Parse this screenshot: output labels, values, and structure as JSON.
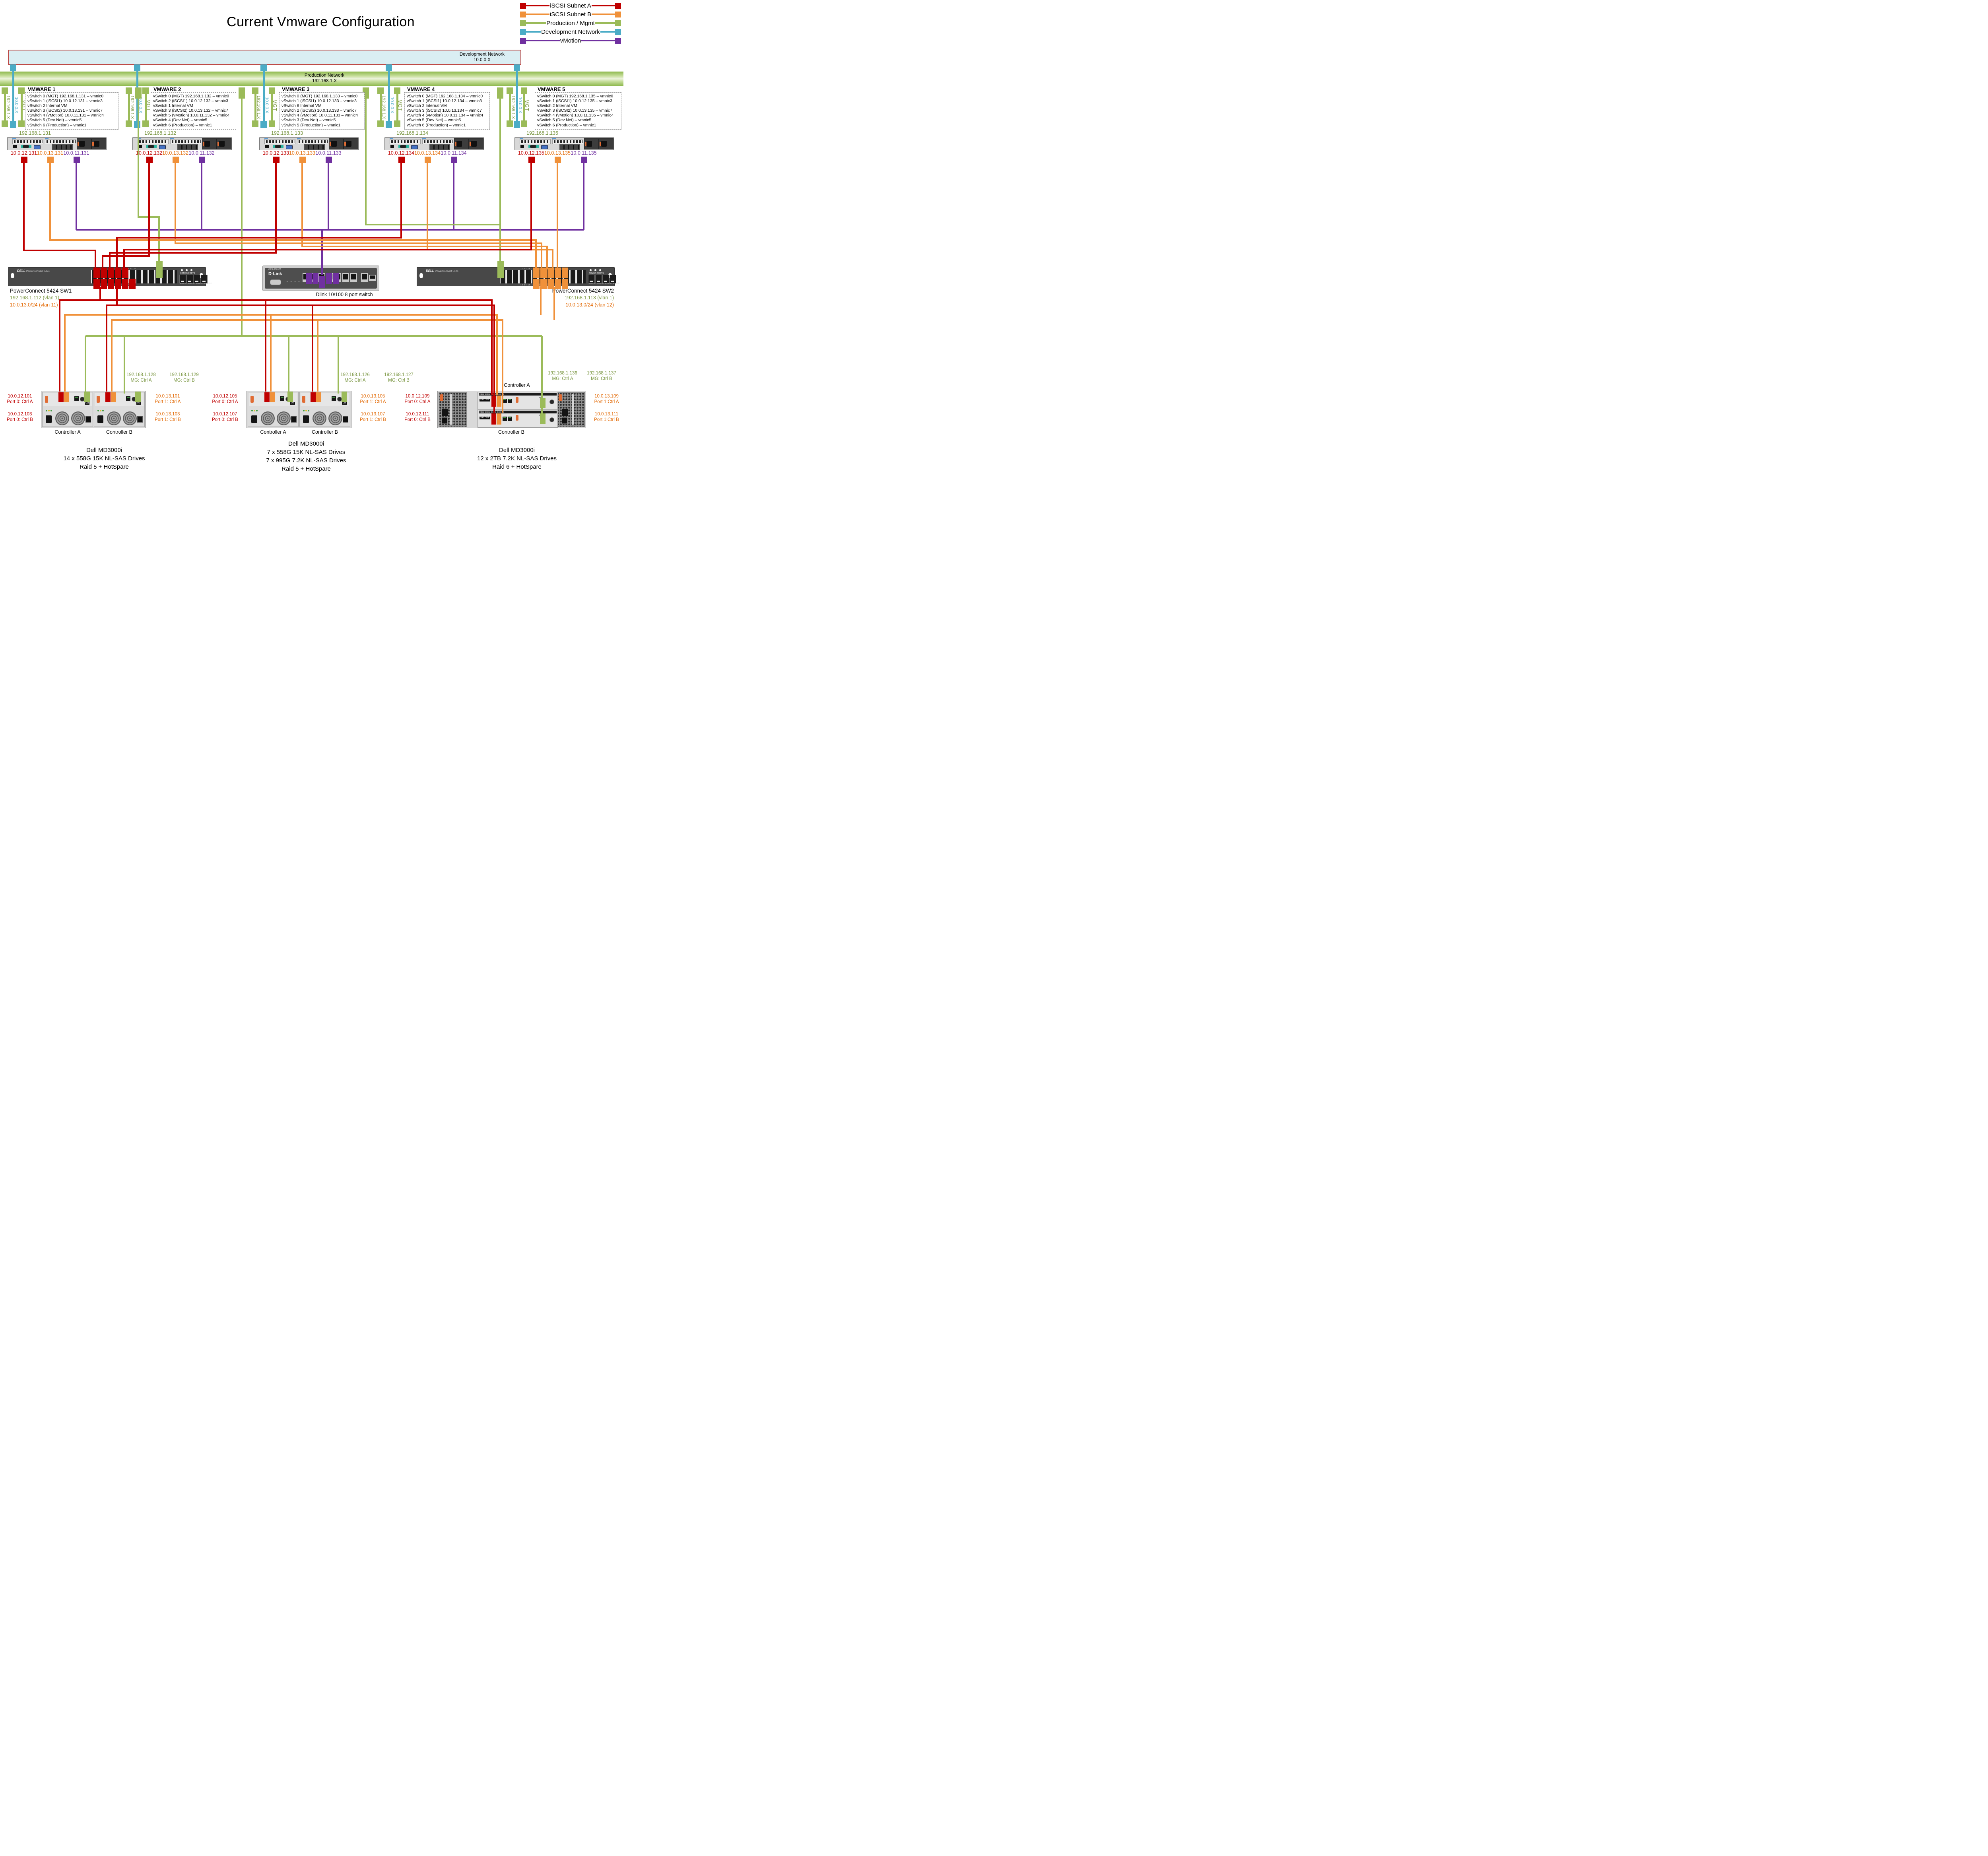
{
  "colors": {
    "red": "#C00000",
    "orange": "#F0913A",
    "green": "#9BBB59",
    "blue": "#4BACC6",
    "purple": "#7030A0",
    "olive": "#76933C",
    "orange_text": "#E36C09",
    "dev_fill": "#DAEEF3",
    "dev_border": "#BE4B48"
  },
  "title": "Current Vmware Configuration",
  "legend": [
    {
      "label": "iSCSI Subnet A"
    },
    {
      "label": "iSCSI Subnet B"
    },
    {
      "label": "Production / Mgmt"
    },
    {
      "label": "Development Network"
    },
    {
      "label": "vMotion"
    }
  ],
  "networks": {
    "development": {
      "name": "Development Network",
      "subnet": "10.0.0.X"
    },
    "production": {
      "name": "Production Network",
      "subnet": "192.168.1.X"
    }
  },
  "trunk_labels": {
    "mgmt_net": "192.168.1.X",
    "dev_net": "10.0.0.X",
    "mgt": "MGT"
  },
  "hosts": [
    {
      "name": "VMWARE 1",
      "mgmt_ip": "192.168.1.131",
      "iscsi_a_ip": "10.0.12.131",
      "iscsi_b_ip": "10.0.13.131",
      "vmotion_ip": "10.0.11.131",
      "vswitches": [
        "vSwitch 0 (MGT) 192.168.1.131 – vmnic0",
        "vSwitch 1 (iSCSI1) 10.0.12.131 – vmnic3",
        "vSwitch 2 Internal VM",
        "vSwitch 3 (iSCSI2) 10.0.13.131 – vmnic7",
        "vSwitch 4 (vMotion) 10.0.11.131 – vmnic4",
        "vSwitch 5 (Dev Net)  – vmnic5",
        "vSwitch 6 (Production)  – vmnic1"
      ]
    },
    {
      "name": "VMWARE 2",
      "mgmt_ip": "192.168.1.132",
      "iscsi_a_ip": "10.0.12.132",
      "iscsi_b_ip": "10.0.13.132",
      "vmotion_ip": "10.0.11.132",
      "vswitches": [
        "vSwitch 0 (MGT) 192.168.1.132 – vmnic0",
        "vSwitch 2 (iSCSI1) 10.0.12.132 – vmnic3",
        "vSwitch 1 Internal VM",
        "vSwitch 3 (iSCSI2) 10.0.13.132 – vmnic7",
        "vSwitch 5 (vMotion) 10.0.11.132 – vmnic4",
        "vSwitch 4 (Dev Net)  – vmnic5",
        "vSwitch 6 (Production)  – vmnic1"
      ]
    },
    {
      "name": "VMWARE 3",
      "mgmt_ip": "192.168.1.133",
      "iscsi_a_ip": "10.0.12.133",
      "iscsi_b_ip": "10.0.13.133",
      "vmotion_ip": "10.0.11.133",
      "vswitches": [
        "vSwitch 0 (MGT) 192.168.1.133 – vmnic0",
        "vSwitch 1 (iSCSI1) 10.0.12.133 – vmnic3",
        "vSwitch 6 Internal VM",
        "vSwitch 2 (iSCSI2) 10.0.13.133 – vmnic7",
        "vSwitch 4 (vMotion) 10.0.11.133 – vmnic4",
        "vSwitch 3 (Dev Net)  – vmnic5",
        "vSwitch 5 (Production)  – vmnic1"
      ]
    },
    {
      "name": "VMWARE 4",
      "mgmt_ip": "192.168.1.134",
      "iscsi_a_ip": "10.0.12.134",
      "iscsi_b_ip": "10.0.13.134",
      "vmotion_ip": "10.0.11.134",
      "vswitches": [
        "vSwitch 0 (MGT) 192.168.1.134 – vmnic0",
        "vSwitch 1 (iSCSI1) 10.0.12.134 – vmnic3",
        "vSwitch 2 Internal VM",
        "vSwitch 3 (iSCSI2) 10.0.13.134 – vmnic7",
        "vSwitch 4 (vMotion) 10.0.11.134 – vmnic4",
        "vSwitch 5 (Dev Net)  – vmnic5",
        "vSwitch 6 (Production)  – vmnic1"
      ]
    },
    {
      "name": "VMWARE 5",
      "mgmt_ip": "192.168.1.135",
      "iscsi_a_ip": "10.0.12.135",
      "iscsi_b_ip": "10.0.13.135",
      "vmotion_ip": "10.0.11.135",
      "vswitches": [
        "vSwitch 0 (MGT) 192.168.1.135 – vmnic0",
        "vSwitch 1 (iSCSI1) 10.0.12.135 – vmnic3",
        "vSwitch 2 Internal VM",
        "vSwitch 3 (iSCSI2) 10.0.13.135 – vmnic7",
        "vSwitch 4 (vMotion) 10.0.11.135 – vmnic4",
        "vSwitch 5 (Dev Net)  – vmnic5",
        "vSwitch 6 (Production)  – vmnic1"
      ]
    }
  ],
  "switches": {
    "sw1": {
      "label": "PowerConnect 5424 SW1",
      "mgmt": "192.168.1.112 (vlan 1)",
      "iscsi": "10.0.13.0/24 (vlan 11)"
    },
    "sw2": {
      "label": "PowerConnect 5424 SW2",
      "mgmt": "192.168.1.113 (vlan 1)",
      "iscsi": "10.0.13.0/24 (vlan 12)"
    },
    "dlink": {
      "label": "Dlink 10/100 8 port switch",
      "brand": "D-Link",
      "model": "DES-3010PA"
    },
    "face": {
      "brand": "DELL",
      "model": "PowerConnect 5424",
      "combo": "COMBO PORTS",
      "lnk_act": "LNK/ACT  LNK/ACT  LNK/ACT  LNK/ACT",
      "leds": "DIAG RPS PWR FAN TEMP",
      "reset": "RESET",
      "ports_top": "11  13  15  17  19  21  23",
      "ports_bottom": "14  16  18  20  22  24"
    }
  },
  "storage": [
    {
      "controller_a": "Controller A",
      "controller_b": "Controller B",
      "mg_a_ip": "192.168.1.128",
      "mg_a": "MG: Ctrl A",
      "mg_b_ip": "192.168.1.129",
      "mg_b": "MG: Ctrl B",
      "p0a_ip": "10.0.12.101",
      "p0a": "Port 0: Ctrl A",
      "p0b_ip": "10.0.12.103",
      "p0b": "Port 0: Ctrl B",
      "p1a_ip": "10.0.13.101",
      "p1a": "Port 1: Ctrl A",
      "p1b_ip": "10.0.13.103",
      "p1b": "Port 1: Ctrl B",
      "face_out": "Out",
      "model_lines": [
        "Dell MD3000i",
        "14 x 558G 15K NL-SAS Drives",
        "Raid 5 + HotSpare"
      ]
    },
    {
      "controller_a": "Controller A",
      "controller_b": "Controller B",
      "mg_a_ip": "192.168.1.126",
      "mg_a": "MG: Ctrl A",
      "mg_b_ip": "192.168.1.127",
      "mg_b": "MG: Ctrl B",
      "p0a_ip": "10.0.12.105",
      "p0a": "Port 0: Ctrl A",
      "p0b_ip": "10.0.12.107",
      "p0b": "Port 0: Ctrl B",
      "p1a_ip": "10.0.13.105",
      "p1a": "Port 1: Ctrl A",
      "p1b_ip": "10.0.13.107",
      "p1b": "Port 1: Ctrl B",
      "face_out": "Out",
      "model_lines": [
        "Dell MD3000i",
        "7 x 558G 15K NL-SAS Drives",
        "7 x 995G 7.2K NL-SAS Drives",
        "Raid 5 + HotSpare"
      ]
    },
    {
      "controller_a": "Controller A",
      "controller_b": "Controller B",
      "mg_a_ip": "192.168.1.136",
      "mg_a": "MG: Ctrl A",
      "mg_b_ip": "192.168.1.137",
      "mg_b": "MG: Ctrl B",
      "p0a_ip": "10.0.12.109",
      "p0a": "Port 0: Ctrl A",
      "p0b_ip": "10.0.12.111",
      "p0b": "Port 0: Ctrl B",
      "p1a_ip": "10.0.13.109",
      "p1a": "Port 1:Ctrl A",
      "p1b_ip": "10.0.13.111",
      "p1b": "Port 1:Ctrl B",
      "face": {
        "series": "MD32 Series",
        "iscsi_in": "iSCSI IN",
        "sas_out": "SAS OUT",
        "mgt": "MGT",
        "ports": "0 1 2 3"
      },
      "model_lines": [
        "Dell MD3000i",
        "12 x 2TB 7.2K NL-SAS Drives",
        "Raid 6 + HotSpare"
      ]
    }
  ]
}
